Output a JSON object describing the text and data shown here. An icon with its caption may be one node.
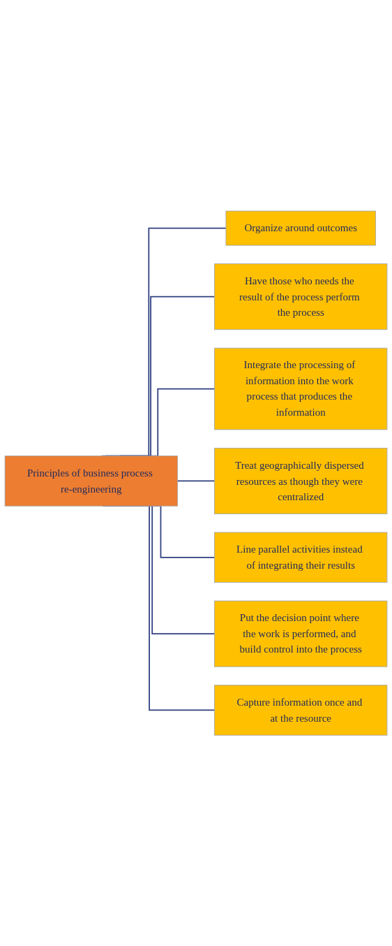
{
  "diagram": {
    "nodes": [
      {
        "text": [
          "Principles of business process re-engineering"
        ]
      },
      {
        "text": [
          "Organize around outcomes"
        ]
      },
      {
        "text": [
          "Have those who needs the result of the process perform the process"
        ]
      },
      {
        "text": [
          "Integrate the processing of information into the work process that produces the information"
        ]
      },
      {
        "text": [
          "Treat geographically dispersed resources as though they were centralized"
        ]
      },
      {
        "text": [
          "Line parallel activities instead of integrating their results"
        ]
      },
      {
        "text": [
          "Put the decision point where the work is performed, and build control into the process"
        ]
      },
      {
        "text": [
          "Capture information once and at the resource"
        ]
      }
    ],
    "edges": [
      {
        "from": 0,
        "to": 1,
        "arrow": "none"
      },
      {
        "from": 0,
        "to": 2,
        "arrow": "none"
      },
      {
        "from": 0,
        "to": 3,
        "arrow": "none"
      },
      {
        "from": 0,
        "to": 4,
        "arrow": "none"
      },
      {
        "from": 0,
        "to": 5,
        "arrow": "none"
      },
      {
        "from": 0,
        "to": 6,
        "arrow": "none"
      },
      {
        "from": 0,
        "to": 7,
        "arrow": "none"
      }
    ]
  }
}
